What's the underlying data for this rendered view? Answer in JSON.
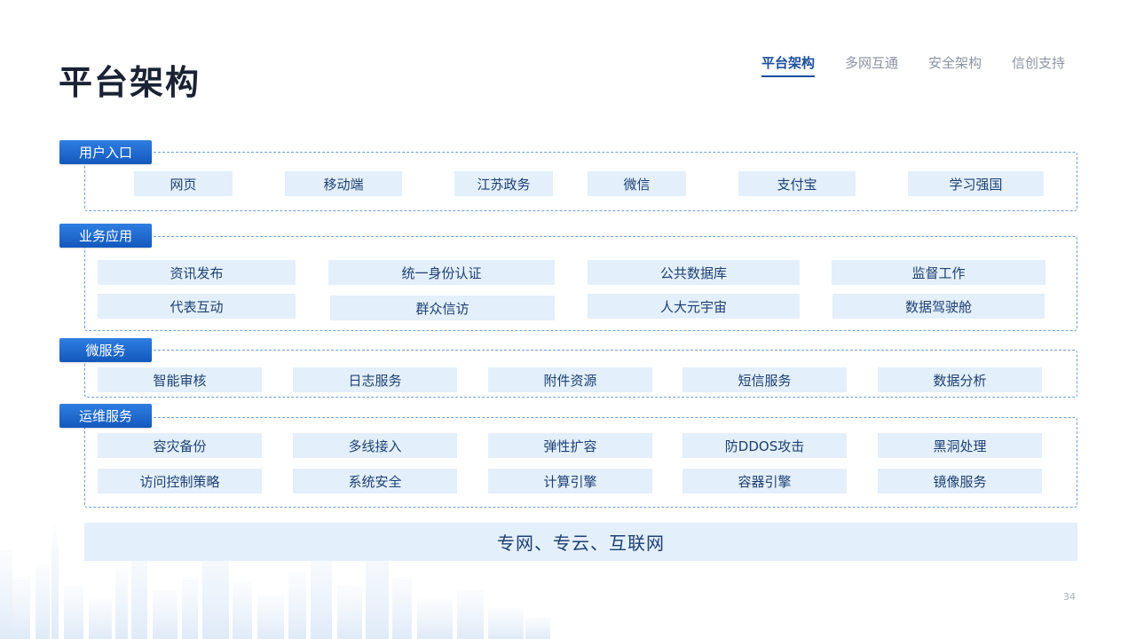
{
  "title": "平台架构",
  "nav": {
    "tabs": [
      {
        "label": "平台架构",
        "active": true
      },
      {
        "label": "多网互通",
        "active": false
      },
      {
        "label": "安全架构",
        "active": false
      },
      {
        "label": "信创支持",
        "active": false
      }
    ]
  },
  "sections": {
    "user_entry": {
      "label": "用户入口",
      "items": [
        "网页",
        "移动端",
        "江苏政务",
        "微信",
        "支付宝",
        "学习强国"
      ]
    },
    "business": {
      "label": "业务应用",
      "items": [
        "资讯发布",
        "统一身份认证",
        "公共数据库",
        "监督工作",
        "代表互动",
        "群众信访",
        "人大元宇宙",
        "数据驾驶舱"
      ]
    },
    "micro": {
      "label": "微服务",
      "items": [
        "智能审核",
        "日志服务",
        "附件资源",
        "短信服务",
        "数据分析"
      ]
    },
    "ops": {
      "label": "运维服务",
      "items": [
        "容灾备份",
        "多线接入",
        "弹性扩容",
        "防DDOS攻击",
        "黑洞处理",
        "访问控制策略",
        "系统安全",
        "计算引擎",
        "容器引擎",
        "镜像服务"
      ]
    }
  },
  "network": "专网、专云、互联网",
  "page_number": "34",
  "colors": {
    "accent": "#1a4f9c",
    "tag": "#1f68cc",
    "item_bg": "#e3effa",
    "dash": "#6f9fd6"
  }
}
